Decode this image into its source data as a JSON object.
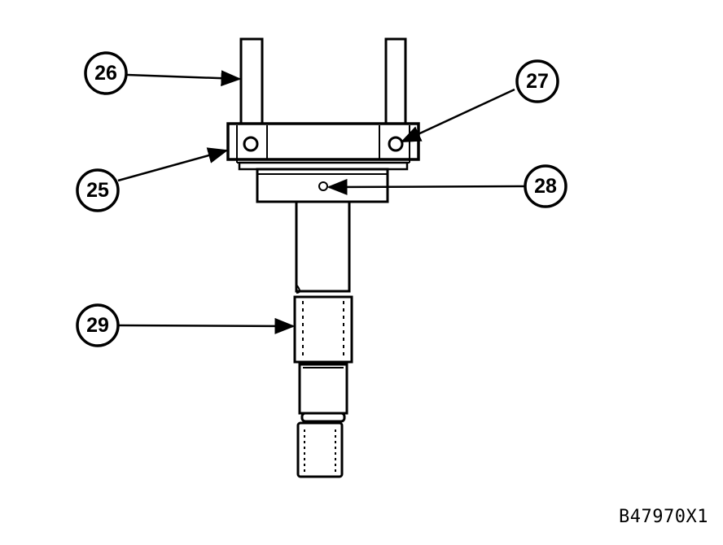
{
  "figure": {
    "reference_code": "B47970X1",
    "callouts": [
      {
        "id": "callout-26",
        "label": "26"
      },
      {
        "id": "callout-27",
        "label": "27"
      },
      {
        "id": "callout-25",
        "label": "25"
      },
      {
        "id": "callout-28",
        "label": "28"
      },
      {
        "id": "callout-29",
        "label": "29"
      }
    ]
  }
}
